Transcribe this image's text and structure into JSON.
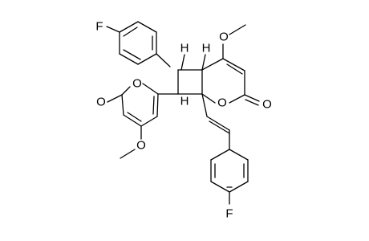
{
  "molecule": {
    "atom_labels": {
      "f_top": "F",
      "f_bottom": "F",
      "o_methoxy_top": "O",
      "o_methoxy_bottom": "O",
      "o_ring_bicyclic": "O",
      "o_carbonyl_bicyclic": "O",
      "o_carbonyl_pyranone": "O",
      "o_ring_pyranone": "O",
      "h_c6": "H",
      "h_c5": "H",
      "h_c7": "H"
    },
    "colors": {
      "bond": "#000000",
      "label": "#000000",
      "background": "#ffffff"
    }
  }
}
